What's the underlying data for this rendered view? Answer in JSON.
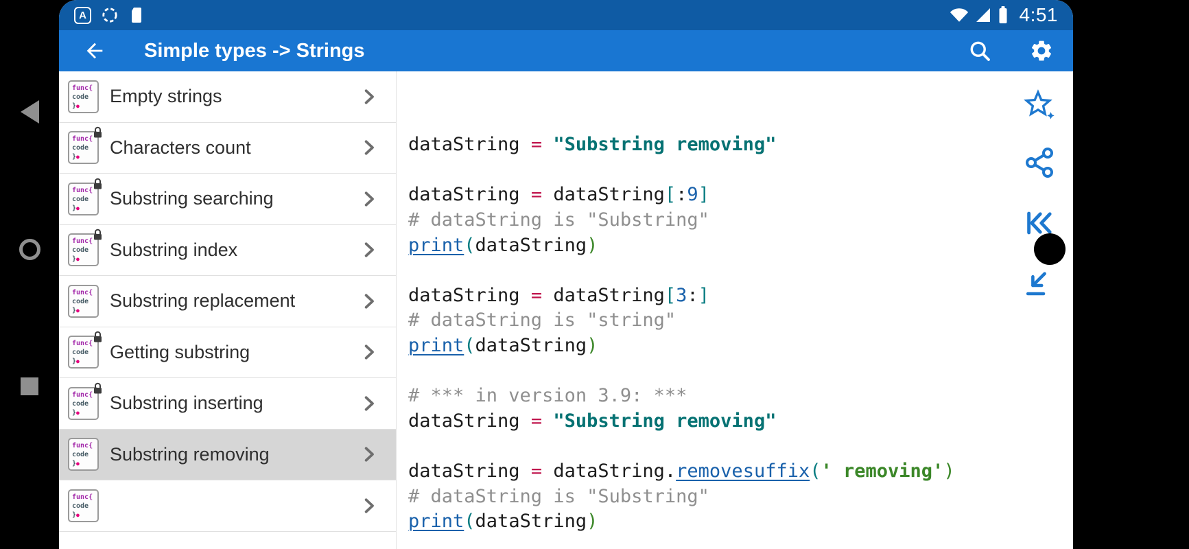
{
  "status_bar": {
    "time": "4:51",
    "app_icon_letter": "A",
    "icons_left": [
      "a-app-notification-icon",
      "dashed-circle-notification-icon",
      "sd-card-icon"
    ],
    "icons_right": [
      "wifi-icon",
      "cell-signal-icon",
      "battery-icon"
    ]
  },
  "app_bar": {
    "title": "Simple types -> Strings",
    "icons": [
      "back-arrow-icon",
      "search-icon",
      "settings-gear-icon"
    ]
  },
  "nav_bar": {
    "icons": [
      "back-triangle-icon",
      "home-circle-icon",
      "recents-square-icon"
    ]
  },
  "sidebar": {
    "icon_lines": [
      "func{",
      "code",
      "}"
    ],
    "items": [
      {
        "label": "Empty strings",
        "locked": false,
        "selected": false
      },
      {
        "label": "Characters count",
        "locked": true,
        "selected": false
      },
      {
        "label": "Substring searching",
        "locked": true,
        "selected": false
      },
      {
        "label": "Substring index",
        "locked": true,
        "selected": false
      },
      {
        "label": "Substring replacement",
        "locked": false,
        "selected": false
      },
      {
        "label": "Getting substring",
        "locked": true,
        "selected": false
      },
      {
        "label": "Substring inserting",
        "locked": true,
        "selected": false
      },
      {
        "label": "Substring removing",
        "locked": false,
        "selected": true
      },
      {
        "label": "",
        "locked": false,
        "selected": false
      }
    ]
  },
  "right_toolbar": {
    "icons": [
      "favorite-star-icon",
      "share-icon",
      "skip-to-start-icon",
      "record-circle-button",
      "jump-to-end-icon"
    ]
  },
  "colors": {
    "status_bar": "#0f5ba4",
    "app_bar": "#1976d2",
    "accent_icons": "#1d78cf",
    "selected_item_bg": "#d6d6d6",
    "code_string_double": "#067273",
    "code_string_single": "#3b8728",
    "code_operator": "#c0154d",
    "code_number": "#1961ab",
    "code_comment": "#8f8f8f",
    "code_link": "#1961ab",
    "code_paren_open": "#0a7d82",
    "code_paren_close": "#3b8728"
  },
  "code": {
    "lines": [
      [
        {
          "t": "dataString ",
          "c": "pl"
        },
        {
          "t": "=",
          "c": "op"
        },
        {
          "t": " ",
          "c": "pl"
        },
        {
          "t": "\"Substring removing\"",
          "c": "str"
        }
      ],
      [],
      [
        {
          "t": "dataString ",
          "c": "pl"
        },
        {
          "t": "=",
          "c": "op"
        },
        {
          "t": " dataString",
          "c": "pl"
        },
        {
          "t": "[",
          "c": "br"
        },
        {
          "t": ":",
          "c": "pl"
        },
        {
          "t": "9",
          "c": "num"
        },
        {
          "t": "]",
          "c": "br"
        }
      ],
      [
        {
          "t": "# dataString is \"Substring\"",
          "c": "cmt"
        }
      ],
      [
        {
          "t": "print",
          "c": "fn"
        },
        {
          "t": "(",
          "c": "po"
        },
        {
          "t": "dataString",
          "c": "pl"
        },
        {
          "t": ")",
          "c": "pc"
        }
      ],
      [],
      [
        {
          "t": "dataString ",
          "c": "pl"
        },
        {
          "t": "=",
          "c": "op"
        },
        {
          "t": " dataString",
          "c": "pl"
        },
        {
          "t": "[",
          "c": "br"
        },
        {
          "t": "3",
          "c": "num"
        },
        {
          "t": ":",
          "c": "pl"
        },
        {
          "t": "]",
          "c": "br"
        }
      ],
      [
        {
          "t": "# dataString is \"string\"",
          "c": "cmt"
        }
      ],
      [
        {
          "t": "print",
          "c": "fn"
        },
        {
          "t": "(",
          "c": "po"
        },
        {
          "t": "dataString",
          "c": "pl"
        },
        {
          "t": ")",
          "c": "pc"
        }
      ],
      [],
      [
        {
          "t": "# *** in version 3.9: ***",
          "c": "cmt"
        }
      ],
      [
        {
          "t": "dataString ",
          "c": "pl"
        },
        {
          "t": "=",
          "c": "op"
        },
        {
          "t": " ",
          "c": "pl"
        },
        {
          "t": "\"Substring removing\"",
          "c": "str"
        }
      ],
      [],
      [
        {
          "t": "dataString ",
          "c": "pl"
        },
        {
          "t": "=",
          "c": "op"
        },
        {
          "t": " dataString.",
          "c": "pl"
        },
        {
          "t": "removesuffix",
          "c": "fn"
        },
        {
          "t": "(",
          "c": "po"
        },
        {
          "t": "' removing'",
          "c": "sq"
        },
        {
          "t": ")",
          "c": "pc"
        }
      ],
      [
        {
          "t": "# dataString is \"Substring\"",
          "c": "cmt"
        }
      ],
      [
        {
          "t": "print",
          "c": "fn"
        },
        {
          "t": "(",
          "c": "po"
        },
        {
          "t": "dataString",
          "c": "pl"
        },
        {
          "t": ")",
          "c": "pc"
        }
      ]
    ]
  }
}
